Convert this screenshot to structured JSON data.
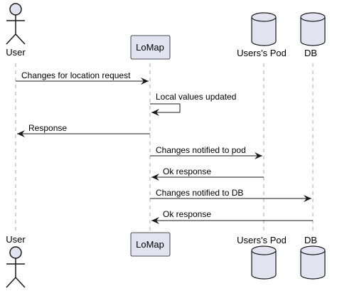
{
  "colors": {
    "participant_fill": "#E2E2F0",
    "participant_stroke": "#181818",
    "lifeline": "#A8A8A8",
    "arrow": "#181818",
    "text": "#000000"
  },
  "participants": [
    {
      "id": "user",
      "label": "User",
      "shape": "actor"
    },
    {
      "id": "lomap",
      "label": "LoMap",
      "shape": "box"
    },
    {
      "id": "pod",
      "label": "Users's Pod",
      "shape": "database"
    },
    {
      "id": "db",
      "label": "DB",
      "shape": "database"
    }
  ],
  "messages": [
    {
      "from": "user",
      "to": "lomap",
      "label": "Changes for location request"
    },
    {
      "from": "lomap",
      "to": "lomap",
      "label": "Local values updated"
    },
    {
      "from": "lomap",
      "to": "user",
      "label": "Response"
    },
    {
      "from": "lomap",
      "to": "pod",
      "label": "Changes notified to pod"
    },
    {
      "from": "pod",
      "to": "lomap",
      "label": "Ok response"
    },
    {
      "from": "lomap",
      "to": "db",
      "label": "Changes notified to DB"
    },
    {
      "from": "db",
      "to": "lomap",
      "label": "Ok response"
    }
  ]
}
